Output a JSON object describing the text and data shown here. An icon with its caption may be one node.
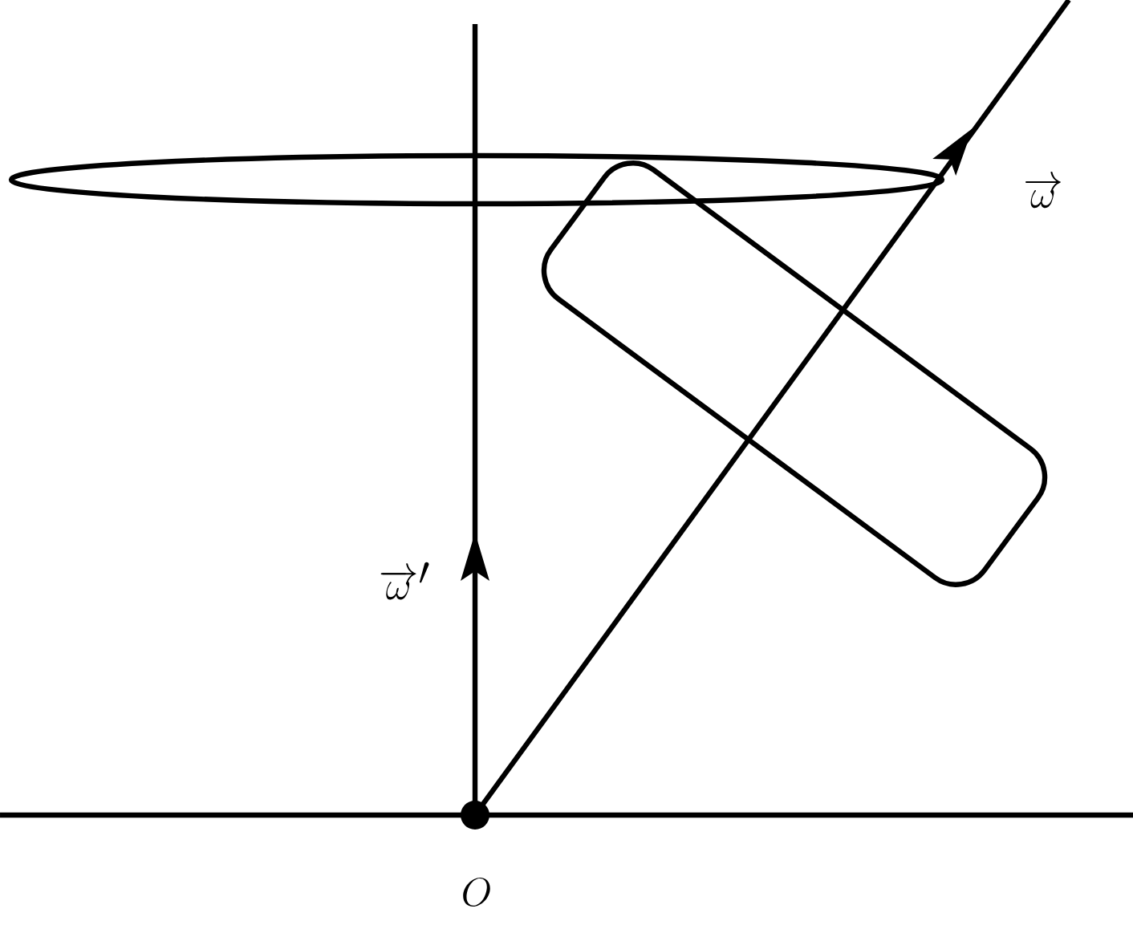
{
  "diagram": {
    "labels": [
      "\\overrightarrow{\\omega}",
      "\\overrightarrow{\\omega}'",
      "O"
    ]
  }
}
